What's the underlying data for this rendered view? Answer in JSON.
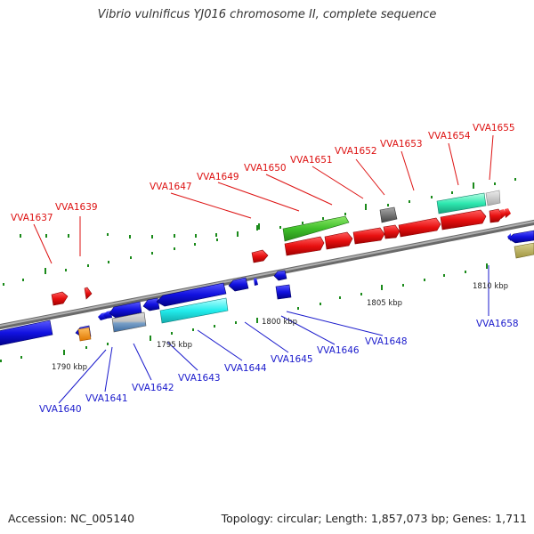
{
  "title": "Vibrio vulnificus YJ016 chromosome II, complete sequence",
  "footer": {
    "accession": "Accession: NC_005140",
    "summary": "Topology: circular; Length: 1,857,073 bp; Genes: 1,711"
  },
  "scale_labels": [
    "1790 kbp",
    "1795 kbp",
    "1800 kbp",
    "1805 kbp",
    "1810 kbp"
  ],
  "gene_labels_top": [
    "VVA1637",
    "VVA1639",
    "VVA1647",
    "VVA1649",
    "VVA1650",
    "VVA1651",
    "VVA1652",
    "VVA1653",
    "VVA1654",
    "VVA1655"
  ],
  "gene_labels_bottom": [
    "VVA1640",
    "VVA1641",
    "VVA1642",
    "VVA1643",
    "VVA1644",
    "VVA1645",
    "VVA1646",
    "VVA1648",
    "VVA1658"
  ],
  "colors": {
    "top_label": "#dd1111",
    "bottom_label": "#1a1acc",
    "forward_gene": "#e8141c",
    "reverse_gene": "#1414e0",
    "backbone": "#8a8a8a",
    "ticks": "#1a8a1a"
  }
}
